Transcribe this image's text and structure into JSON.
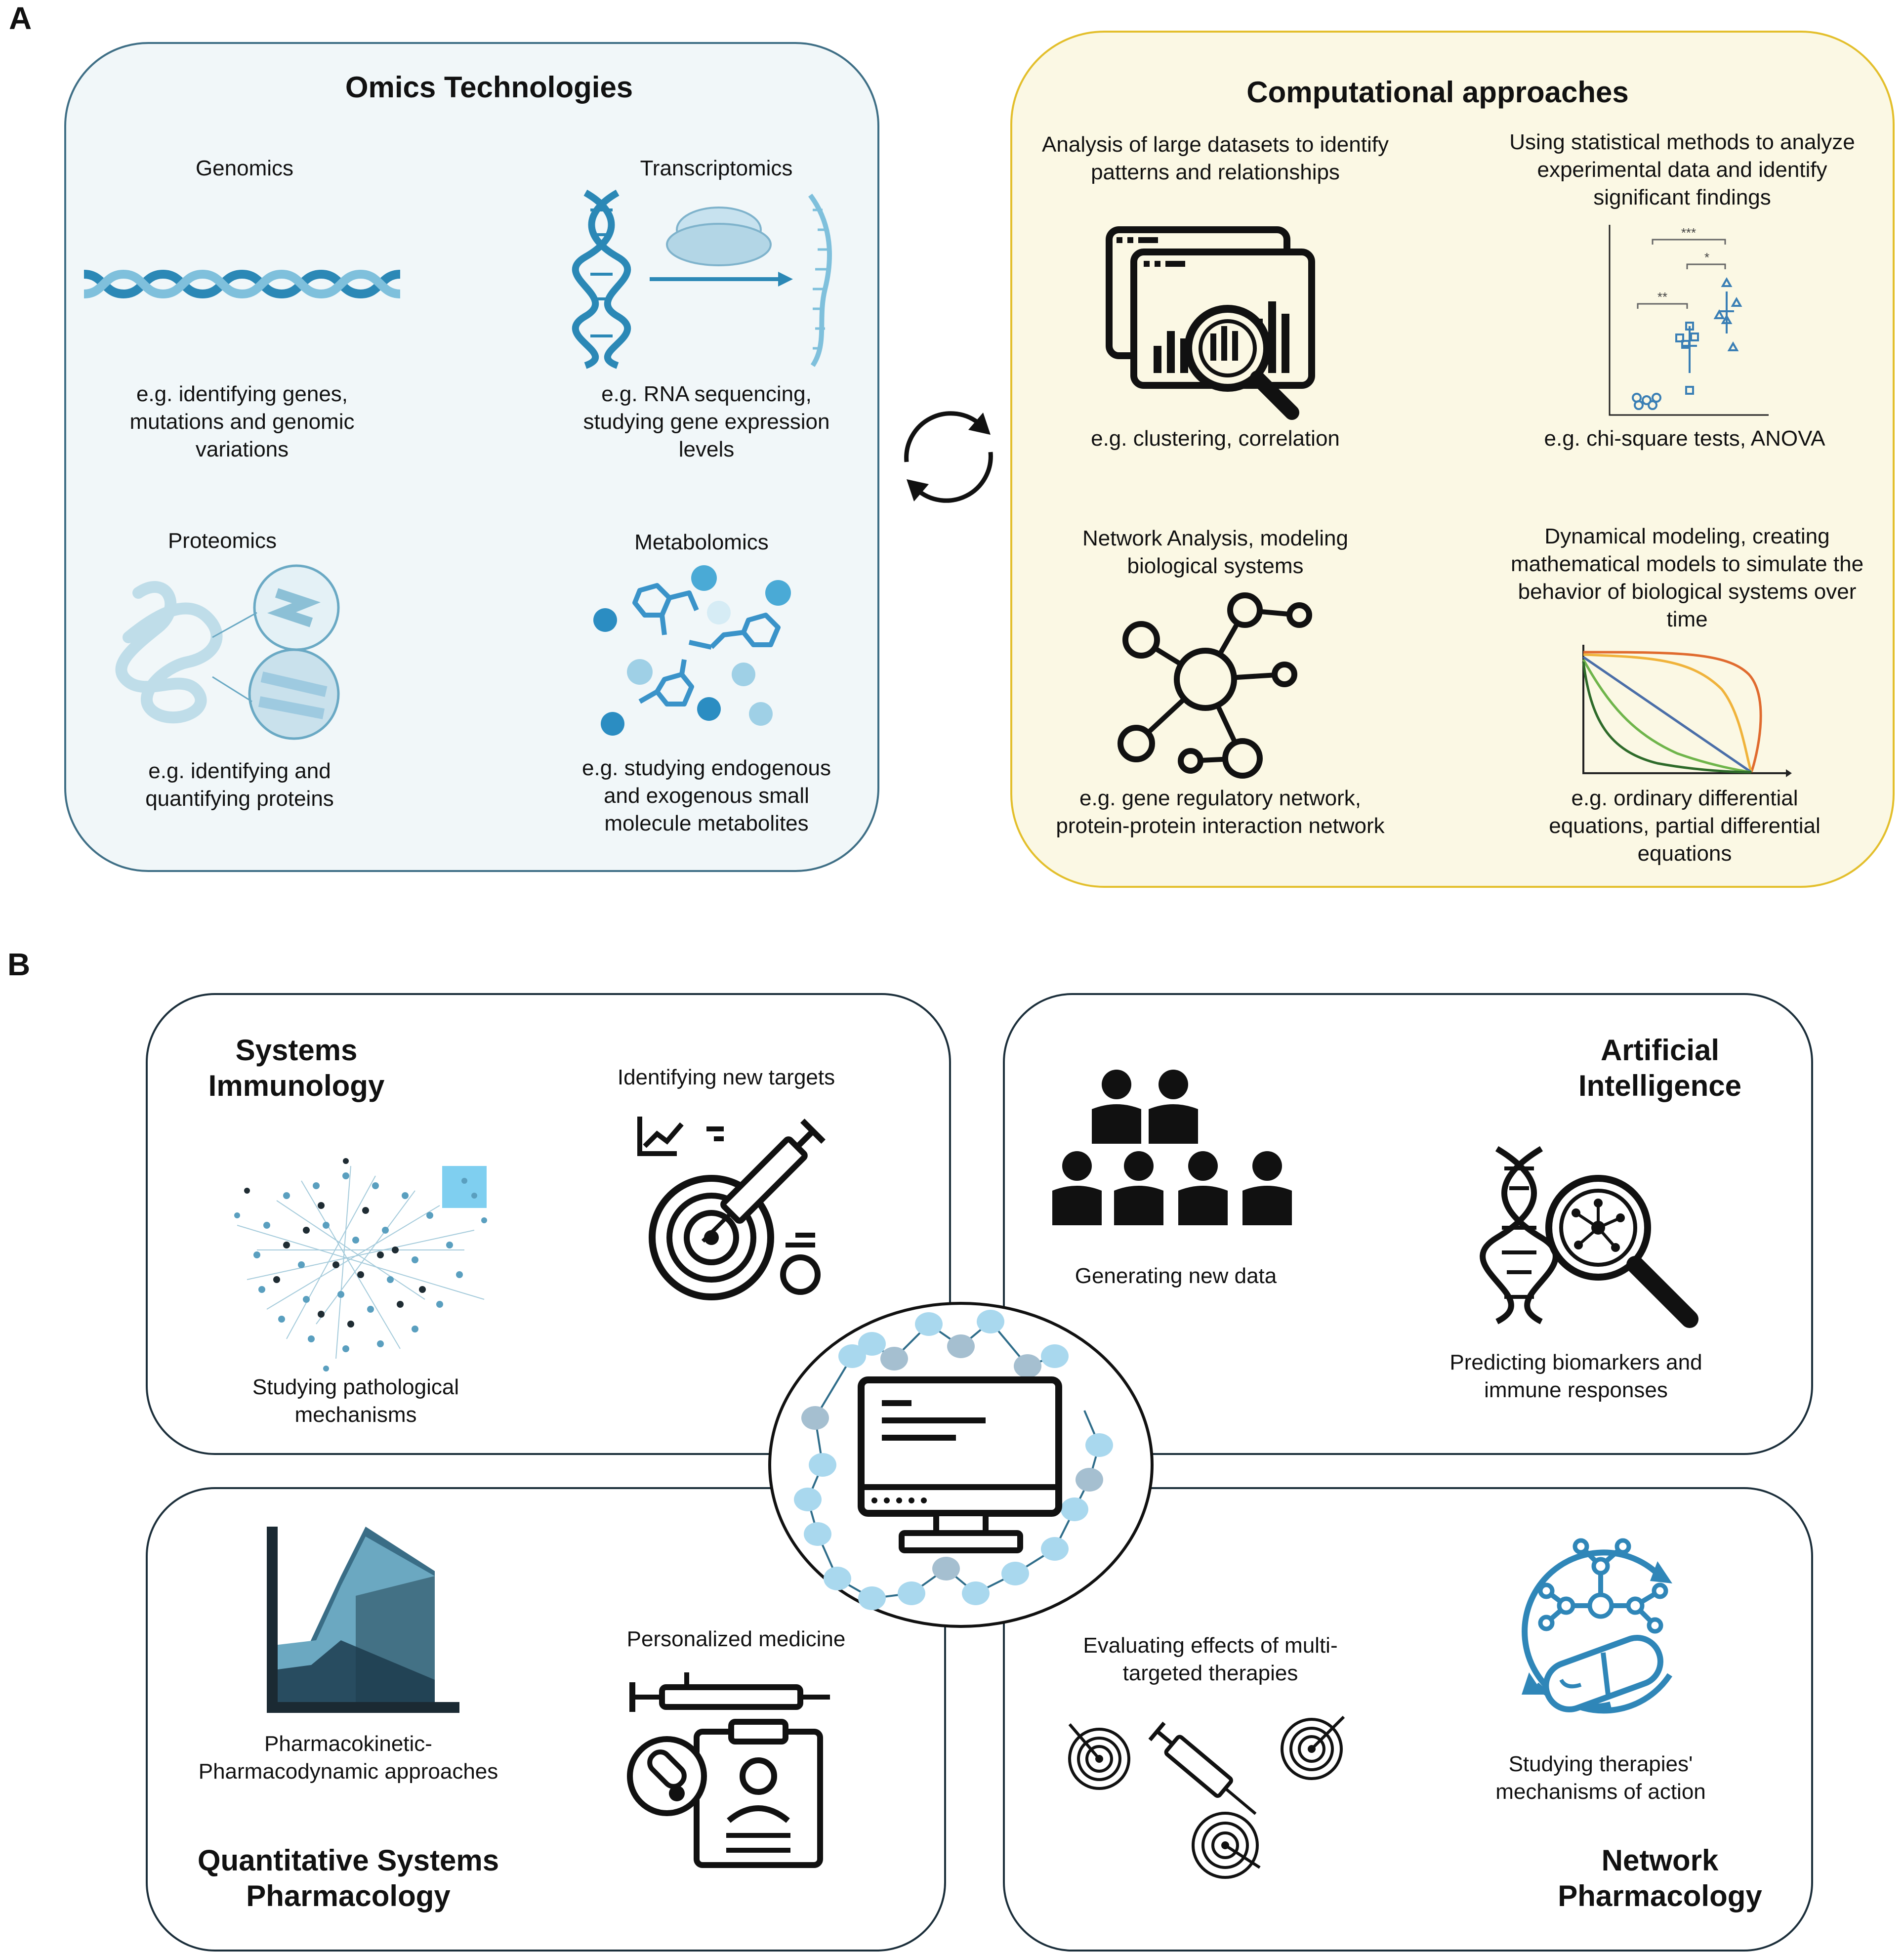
{
  "panel_a": {
    "label": "A",
    "omics": {
      "title": "Omics Technologies",
      "genomics": {
        "name": "Genomics",
        "desc": "e.g. identifying genes, mutations and genomic variations"
      },
      "transcriptomics": {
        "name": "Transcriptomics",
        "desc": "e.g. RNA sequencing, studying gene expression levels"
      },
      "proteomics": {
        "name": "Proteomics",
        "desc": "e.g. identifying and quantifying proteins"
      },
      "metabolomics": {
        "name": "Metabolomics",
        "desc": "e.g. studying endogenous and exogenous small molecule metabolites"
      }
    },
    "computational": {
      "title": "Computational approaches",
      "large_data": {
        "heading": "Analysis of large datasets to identify patterns and relationships",
        "example": "e.g. clustering, correlation"
      },
      "statistics": {
        "heading": "Using statistical methods to analyze experimental data and identify significant findings",
        "example": "e.g. chi-square tests, ANOVA",
        "sig_marks": [
          "***",
          "*",
          "**"
        ]
      },
      "network": {
        "heading": "Network Analysis, modeling biological systems",
        "example": "e.g. gene regulatory network, protein-protein interaction network"
      },
      "dynamical": {
        "heading": "Dynamical modeling, creating mathematical models to simulate the behavior of biological systems over time",
        "example": "e.g. ordinary differential equations, partial differential equations"
      }
    }
  },
  "panel_b": {
    "label": "B",
    "systems_immunology": {
      "title": "Systems Immunology",
      "top_caption": "Identifying new targets",
      "bottom_caption": "Studying pathological mechanisms"
    },
    "artificial_intelligence": {
      "title": "Artificial Intelligence",
      "left_caption": "Generating new data",
      "right_caption": "Predicting biomarkers and immune responses"
    },
    "qsp": {
      "title": "Quantitative Systems Pharmacology",
      "left_caption": "Pharmacokinetic-Pharmacodynamic approaches",
      "right_caption": "Personalized medicine"
    },
    "network_pharmacology": {
      "title": "Network Pharmacology",
      "left_caption": "Evaluating effects of multi-targeted therapies",
      "right_caption": "Studying therapies' mechanisms of action"
    }
  },
  "colors": {
    "omics_border": "#3f6f86",
    "omics_fill": "#f1f7f9",
    "comp_border": "#e3bf2c",
    "comp_fill": "#fbf8e4",
    "dark_border": "#1c2f3b",
    "accent_blue": "#2f86b8",
    "light_blue": "#a9d8ee"
  }
}
